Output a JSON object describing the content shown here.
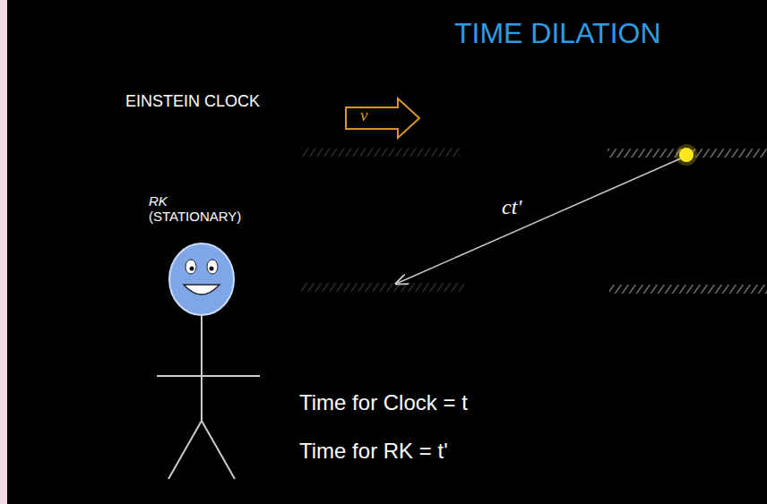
{
  "diagram": {
    "title": "TIME DILATION",
    "labels": [
      "EINSTEIN CLOCK",
      "v",
      "ct'",
      "RK",
      "(STATIONARY)",
      "Time for Clock = t",
      "Time for RK = t'"
    ]
  }
}
